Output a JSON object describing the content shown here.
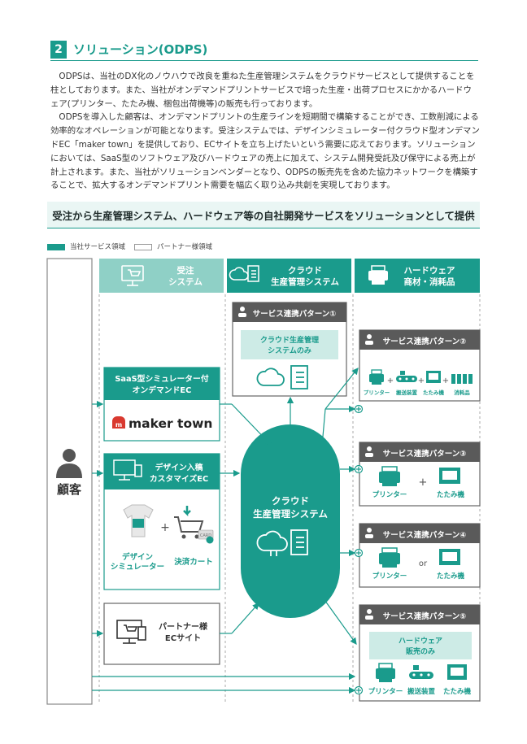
{
  "section": {
    "number": "2",
    "title": "ソリューション(ODPS)"
  },
  "paragraphs": [
    "ODPSは、当社のDX化のノウハウで改良を重ねた生産管理システムをクラウドサービスとして提供することを柱としております。また、当社がオンデマンドプリントサービスで培った生産・出荷プロセスにかかるハードウェア(プリンター、たたみ機、梱包出荷機等)の販売も行っております。",
    "ODPSを導入した顧客は、オンデマンドプリントの生産ラインを短期間で構築することができ、工数削減による効率的なオペレーションが可能となります。受注システムでは、デザインシミュレーター付クラウド型オンデマンドEC「maker town」を提供しており、ECサイトを立ち上げたいという需要に応えております。ソリューションにおいては、SaaS型のソフトウェア及びハードウェアの売上に加えて、システム開発受託及び保守による売上が計上されます。また、当社がソリューションベンダーとなり、ODPSの販売先を含めた協力ネットワークを構築することで、拡大するオンデマンドプリント需要を幅広く取り込み共創を実現しております。"
  ],
  "banner": "受注から生産管理システム、ハードウェア等の自社開発サービスをソリューションとして提供",
  "legend": {
    "own": "当社サービス領域",
    "partner": "パートナー様領域"
  },
  "customer": "顧客",
  "columns": {
    "order_line1": "受注",
    "order_line2": "システム",
    "cloud_line1": "クラウド",
    "cloud_line2": "生産管理システム",
    "hw_line1": "ハードウェア",
    "hw_line2": "商材・消耗品"
  },
  "saas": {
    "title_line1": "SaaS型シミュレーター付",
    "title_line2": "オンデマンドEC",
    "logo_text": "maker town"
  },
  "design": {
    "title_line1": "デザイン入稿",
    "title_line2": "カスタマイズEC",
    "sim_line1": "デザイン",
    "sim_line2": "シミュレーター",
    "cart": "決済カート",
    "card": "CARD"
  },
  "partner_ec": {
    "line1": "パートナー様",
    "line2": "ECサイト"
  },
  "center": {
    "line1": "クラウド",
    "line2": "生産管理システム"
  },
  "pattern1": {
    "title": "サービス連携パターン①",
    "sub_line1": "クラウド生産管理",
    "sub_line2": "システムのみ"
  },
  "pattern2": {
    "title": "サービス連携パターン②",
    "printer": "プリンター",
    "conveyor": "搬送装置",
    "folder": "たたみ機",
    "consumables": "消耗品",
    "plus": "+"
  },
  "pattern3": {
    "title": "サービス連携パターン③",
    "printer": "プリンター",
    "folder": "たたみ機",
    "plus": "+"
  },
  "pattern4": {
    "title": "サービス連携パターン④",
    "printer": "プリンター",
    "folder": "たたみ機",
    "or": "or"
  },
  "pattern5": {
    "title": "サービス連携パターン⑤",
    "sub_line1": "ハードウェア",
    "sub_line2": "販売のみ",
    "printer": "プリンター",
    "conveyor": "搬送装置",
    "folder": "たたみ機"
  },
  "colors": {
    "teal": "#1a9b8c",
    "teal_light": "#8fd0c6",
    "teal_pale": "#cdebe6",
    "gray_dark": "#5a5a5a",
    "gray_line": "#9a9a9a"
  }
}
